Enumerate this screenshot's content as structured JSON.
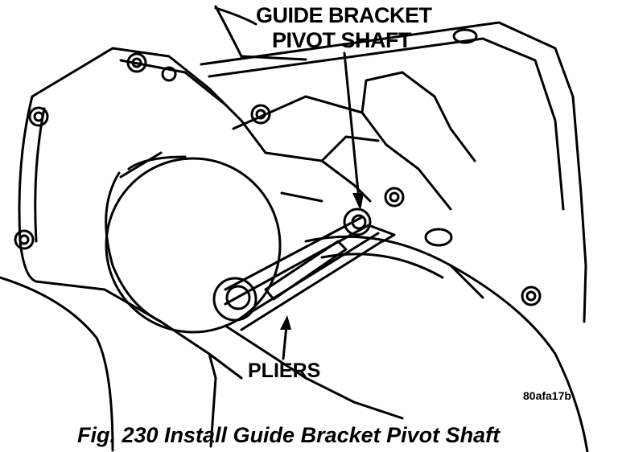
{
  "callouts": {
    "guide_bracket_line1": "GUIDE BRACKET",
    "guide_bracket_line2": "PIVOT SHAFT",
    "pliers": "PLIERS"
  },
  "image_code": "80afa17b",
  "caption": "Fig. 230 Install Guide Bracket Pivot Shaft"
}
